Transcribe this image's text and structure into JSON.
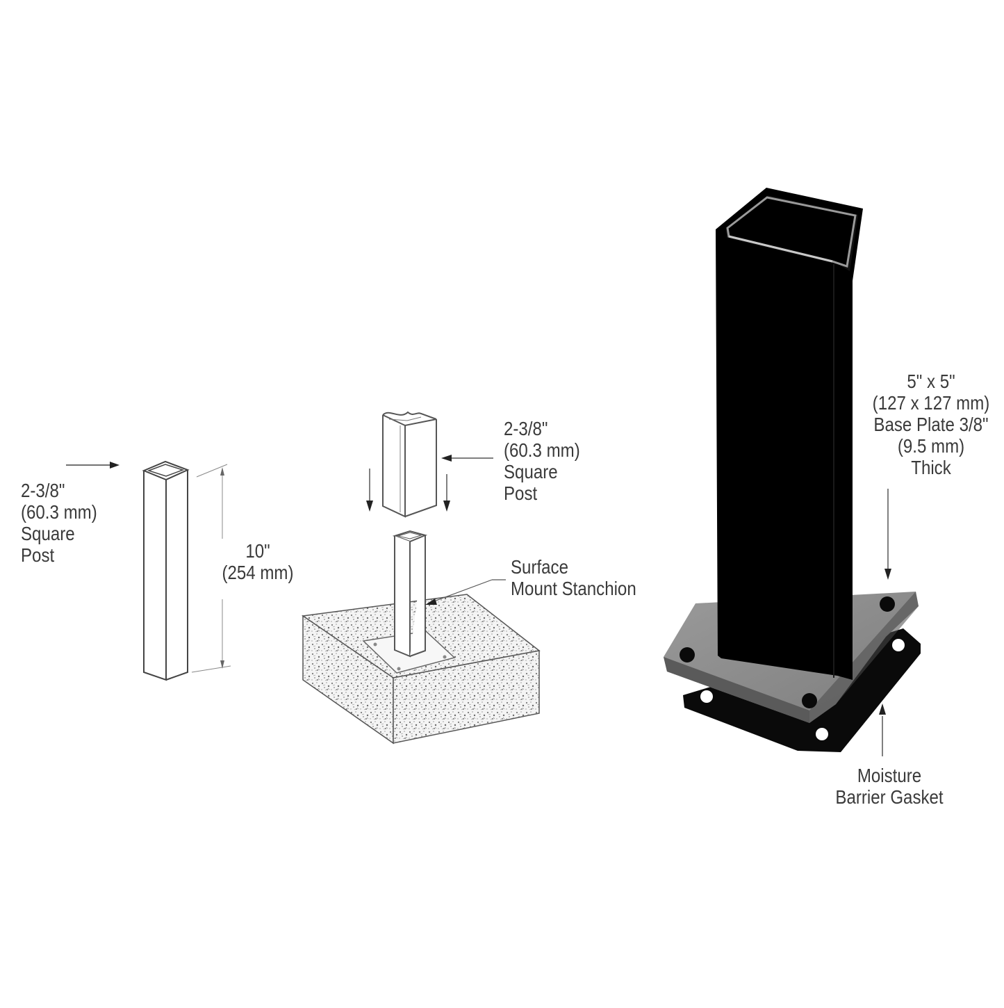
{
  "labels": {
    "left_post": {
      "size": "2-3/8\"",
      "metric": "(60.3 mm)",
      "line3": "Square",
      "line4": "Post"
    },
    "height": {
      "imperial": "10\"",
      "metric": "(254 mm)"
    },
    "middle_post": {
      "size": "2-3/8\"",
      "metric": "(60.3 mm)",
      "line3": "Square",
      "line4": "Post"
    },
    "stanchion": {
      "line1": "Surface",
      "line2": "Mount Stanchion"
    },
    "base_plate": {
      "line1": "5\" x 5\"",
      "line2": "(127 x 127 mm)",
      "line3": "Base Plate 3/8\"",
      "line4": "(9.5 mm)",
      "line5": "Thick"
    },
    "gasket": {
      "line1": "Moisture",
      "line2": "Barrier Gasket"
    }
  },
  "colors": {
    "ink": "#3a3a3a",
    "post": "#000000",
    "plate": "#8f8f8f",
    "gasket": "#0a0a0a",
    "concrete": "#ececec"
  }
}
